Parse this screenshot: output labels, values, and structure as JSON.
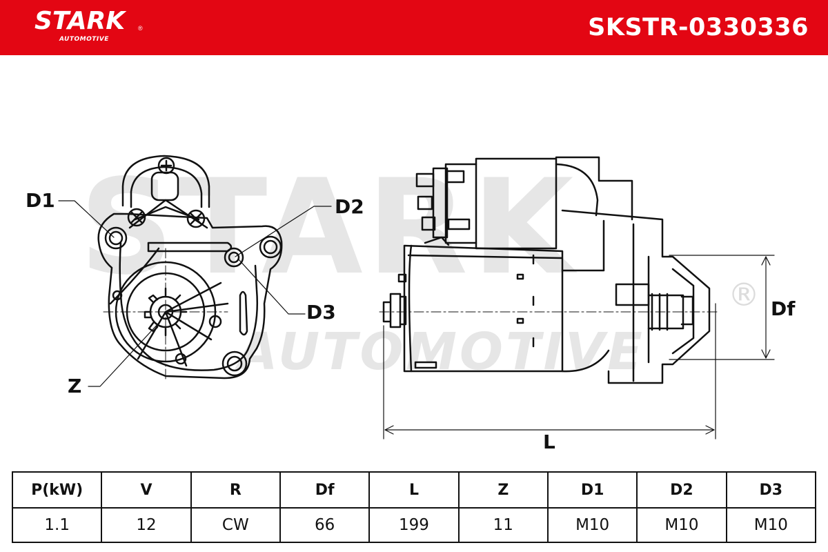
{
  "brand": {
    "name": "STARK",
    "sub": "AUTOMOTIVE",
    "reg": "®"
  },
  "part_number": "SKSTR-0330336",
  "watermark": {
    "main": "STARK",
    "sub": "AUTOMOTIVE",
    "reg": "®"
  },
  "colors": {
    "brand_red": "#e30613",
    "line": "#111111",
    "watermark": "#e6e6e6"
  },
  "drawing": {
    "callouts": {
      "d1": "D1",
      "d2": "D2",
      "d3": "D3",
      "z": "Z",
      "df": "Df",
      "l": "L"
    }
  },
  "specs": {
    "headers": [
      "P(kW)",
      "V",
      "R",
      "Df",
      "L",
      "Z",
      "D1",
      "D2",
      "D3"
    ],
    "values": [
      "1.1",
      "12",
      "CW",
      "66",
      "199",
      "11",
      "M10",
      "M10",
      "M10"
    ]
  }
}
